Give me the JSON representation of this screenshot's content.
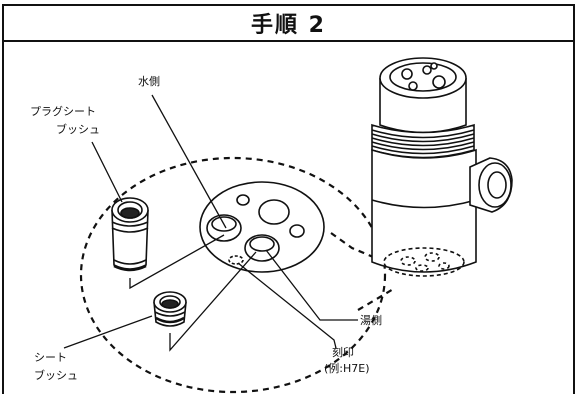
{
  "header": {
    "title": "手順 2"
  },
  "labels": {
    "water_side": "水側",
    "plug_seat_bush_line1": "プラグシート",
    "plug_seat_bush_line2": "ブッシュ",
    "seat_bush_line1": "シート",
    "seat_bush_line2": "ブッシュ",
    "hot_side": "湯側",
    "stamp_line1": "刻印",
    "stamp_line2": "(例:H7E)"
  }
}
